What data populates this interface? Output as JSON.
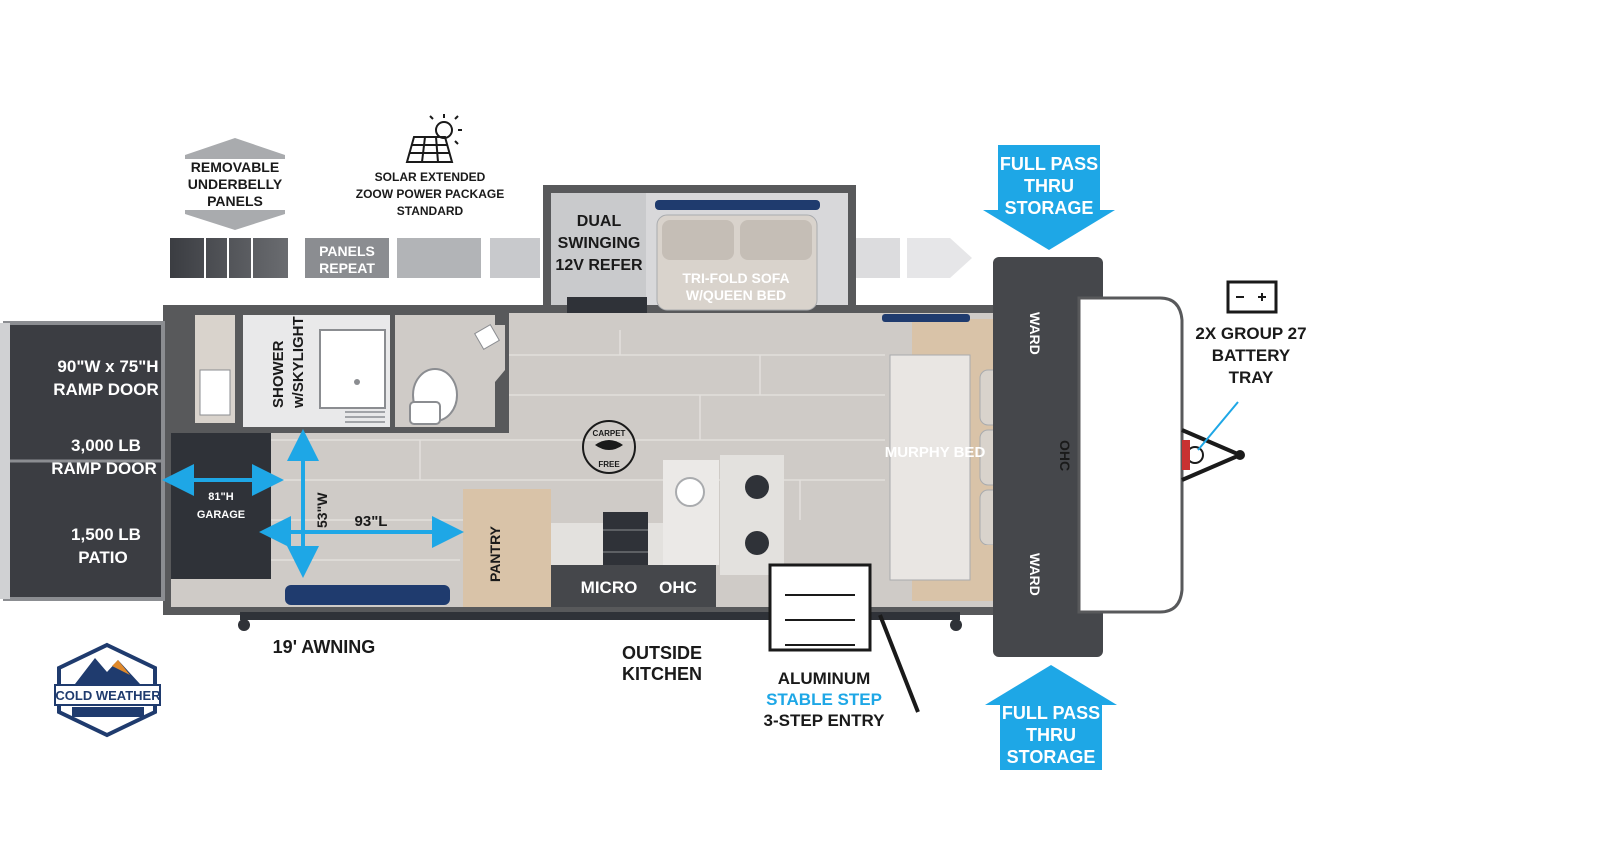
{
  "labels": {
    "removable_panels": [
      "REMOVABLE",
      "UNDERBELLY",
      "PANELS"
    ],
    "panels_repeat": [
      "PANELS",
      "REPEAT"
    ],
    "solar": [
      "SOLAR EXTENDED",
      "ZOOW POWER PACKAGE",
      "STANDARD"
    ],
    "refer": [
      "DUAL",
      "SWINGING",
      "12V REFER"
    ],
    "sofa": [
      "TRI-FOLD SOFA",
      "W/QUEEN BED"
    ],
    "pass_thru_top": [
      "FULL PASS",
      "THRU",
      "STORAGE"
    ],
    "pass_thru_bottom": [
      "FULL PASS",
      "THRU",
      "STORAGE"
    ],
    "battery": [
      "2X GROUP 27",
      "BATTERY",
      "TRAY"
    ],
    "ramp_size": [
      "90\"W x 75\"H",
      "RAMP DOOR"
    ],
    "ramp_weight": [
      "3,000 LB",
      "RAMP DOOR"
    ],
    "patio": [
      "1,500 LB",
      "PATIO"
    ],
    "garage": [
      "81\"H",
      "GARAGE"
    ],
    "shower": [
      "SHOWER",
      "w/SKYLIGHT"
    ],
    "width_dim": "53\"W",
    "length_dim": "93\"L",
    "pantry": "PANTRY",
    "micro": "MICRO",
    "ohc_kitchen": "OHC",
    "murphy": "MURPHY BED",
    "ward_top": "WARD",
    "ward_bottom": "WARD",
    "ohc_bed": "OHC",
    "awning": "19' AWNING",
    "outside_kitchen": [
      "OUTSIDE",
      "KITCHEN"
    ],
    "step": [
      "ALUMINUM",
      "STABLE STEP",
      "3-STEP ENTRY"
    ],
    "carpet_free": [
      "CARPET",
      "FREE"
    ],
    "cold_weather": "COLD WEATHER"
  },
  "colors": {
    "accent_blue": "#1ea7e6",
    "wall": "#58595b",
    "floor": "#cfcbc7",
    "wood": "#d9c3a8",
    "garage": "#2f3238",
    "badge_navy": "#1f3b6e"
  },
  "icons": [
    "solar-panel-icon",
    "battery-icon",
    "cold-weather-badge-icon",
    "carpet-free-icon"
  ]
}
